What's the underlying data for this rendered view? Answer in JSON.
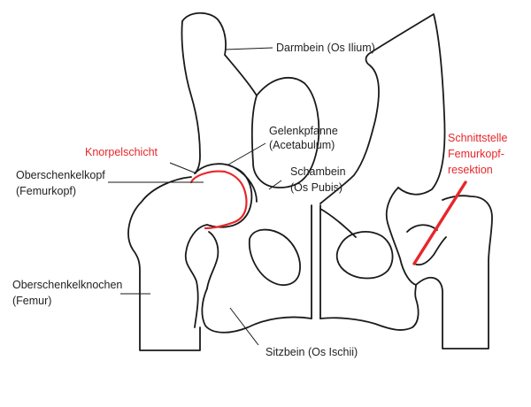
{
  "labels": {
    "ilium": "Darmbein (Os Ilium)",
    "acetabulum_1": "Gelenkpfanne",
    "acetabulum_2": "(Acetabulum)",
    "cartilage": "Knorpelschicht",
    "femoral_head_1": "Oberschenkelkopf",
    "femoral_head_2": "(Femurkopf)",
    "pubis_1": "Schambein",
    "pubis_2": "(Os Pubis)",
    "femur_1": "Oberschenkelknochen",
    "femur_2": "(Femur)",
    "ischium": "Sitzbein (Os Ischii)",
    "cut_1": "Schnittstelle",
    "cut_2": "Femurkopf-",
    "cut_3": "resektion"
  },
  "colors": {
    "outline": "#1a1a1a",
    "text": "#222222",
    "accent_red": "#e8262a"
  }
}
